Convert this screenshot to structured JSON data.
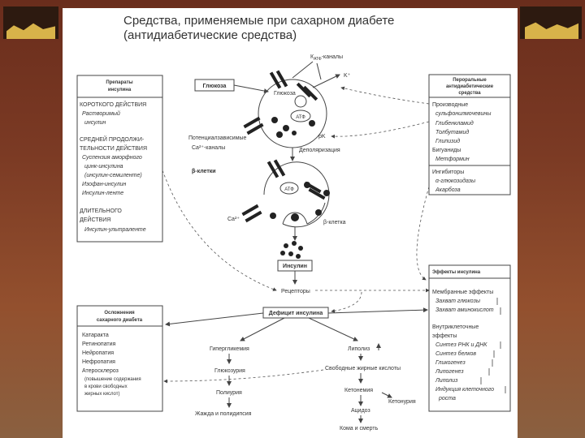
{
  "title_line1": "Средства, применяемые при сахарном диабете",
  "title_line2": "(антидиабетические средства)",
  "left_box": {
    "header1": "Препараты",
    "header2": "инсулина",
    "short_title": "КОРОТКОГО ДЕЙСТВИЯ",
    "short_items": [
      "Растворимый",
      "инсулин"
    ],
    "mid_title1": "СРЕДНЕЙ ПРОДОЛЖИ-",
    "mid_title2": "ТЕЛЬНОСТИ ДЕЙСТВИЯ",
    "mid_items": [
      "Суспензия аморфного",
      "цинк-инсулина",
      "(инсулин-семиленте)",
      "Изофан-инсулин",
      "Инсулин-ленте"
    ],
    "long_title1": "ДЛИТЕЛЬНОГО",
    "long_title2": "ДЕЙСТВИЯ",
    "long_items": [
      "Инсулин-ультраленте"
    ]
  },
  "right_top_box": {
    "header1": "Пероральные",
    "header2": "антидиабетические",
    "header3": "средства",
    "items": [
      "Производные",
      "сульфонилмочевины",
      "Глибенкламид",
      "Толбутамид",
      "Глипизид",
      "Бигуаниды",
      "Метформин"
    ],
    "inhib": [
      "Ингибиторы",
      "α-глюкозидазы",
      "Акарбоза"
    ]
  },
  "cells": {
    "katf": "К",
    "katf_sub": "АТФ",
    "katf_suffix": "-каналы",
    "k_plus": "K⁺",
    "glucose": "Глюкоза",
    "atf": "АТФ",
    "ca_channels1": "Потенциалзависимые",
    "ca_channels2": "Ca²⁺-каналы",
    "pk": "pK",
    "depolar": "Деполяризация",
    "beta_cells": "β-клетки",
    "ca2": "Ca²⁺",
    "beta_cell": "β-клетка",
    "insulin": "Инсулин",
    "receptors": "Рецепторы"
  },
  "right_bottom_box": {
    "header": "Эффекты инсулина",
    "membrane": [
      "Мембранные эффекты",
      "Захват глюкозы",
      "Захват аминокислот"
    ],
    "intracell": [
      "Внутриклеточные",
      "эффекты",
      "Синтез РНК и ДНК",
      "Синтез белков",
      "Гликогенез",
      "Липогенез",
      "Липолиз",
      "Индукция клеточного",
      "роста"
    ]
  },
  "deficit": "Дефицит инсулина",
  "left_bottom_box": {
    "header1": "Осложнения",
    "header2": "сахарного диабета",
    "items": [
      "Катаракта",
      "Ретинопатия",
      "Нейропатия",
      "Нефропатия",
      "Атеросклероз"
    ],
    "note": [
      "(повышение содержания",
      "в крови свободных",
      "жирных кислот)"
    ]
  },
  "flow": {
    "hyperglycemia": "Гипергликемия",
    "glucosuria": "Глюкозурия",
    "polyuria": "Полиурия",
    "thirst": "Жажда и полидипсия",
    "lipolysis": "Липолиз",
    "ffa": "Свободные жирные кислоты",
    "ketonemia": "Кетонемия",
    "ketonuria": "Кетонурия",
    "acidosis": "Ацидоз",
    "coma": "Кома и смерть"
  }
}
